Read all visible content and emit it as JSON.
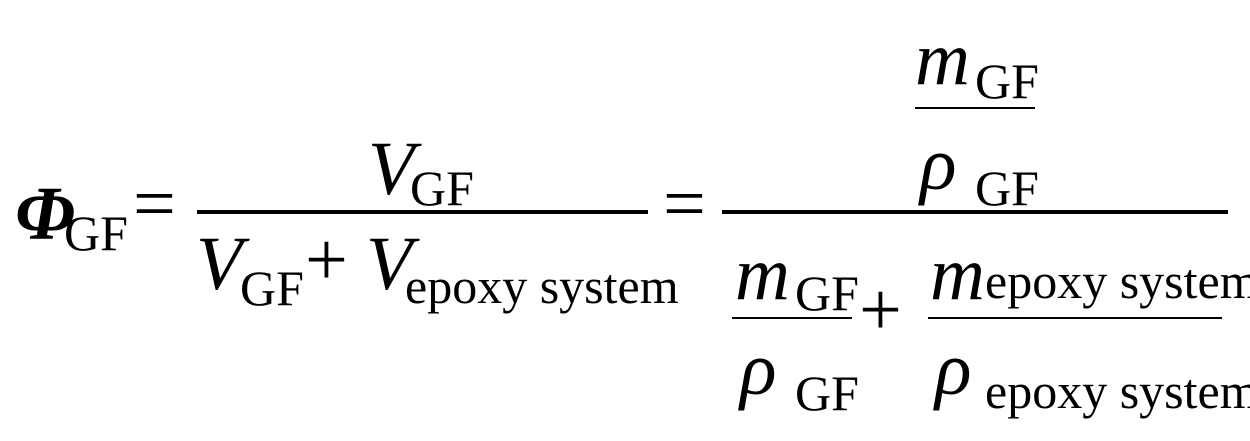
{
  "equation": {
    "lhs": {
      "symbol": "Φ",
      "sub": "GF"
    },
    "eq1": "=",
    "frac1": {
      "num": {
        "symbol": "V",
        "sub": "GF"
      },
      "den": {
        "a": "V",
        "a_sub": "GF",
        "plus": "+",
        "b": "V",
        "b_sub": "epoxy system"
      }
    },
    "eq2": "=",
    "frac2": {
      "num": {
        "m": "m",
        "m_sub": "GF",
        "rho": "ρ",
        "rho_sub": "GF"
      },
      "den": {
        "left": {
          "m": "m",
          "m_sub": "GF",
          "rho": "ρ",
          "rho_sub": "GF"
        },
        "plus": "+",
        "right": {
          "m": "m",
          "m_sub": "epoxy system",
          "rho": "ρ",
          "rho_sub": "epoxy system"
        }
      }
    }
  }
}
